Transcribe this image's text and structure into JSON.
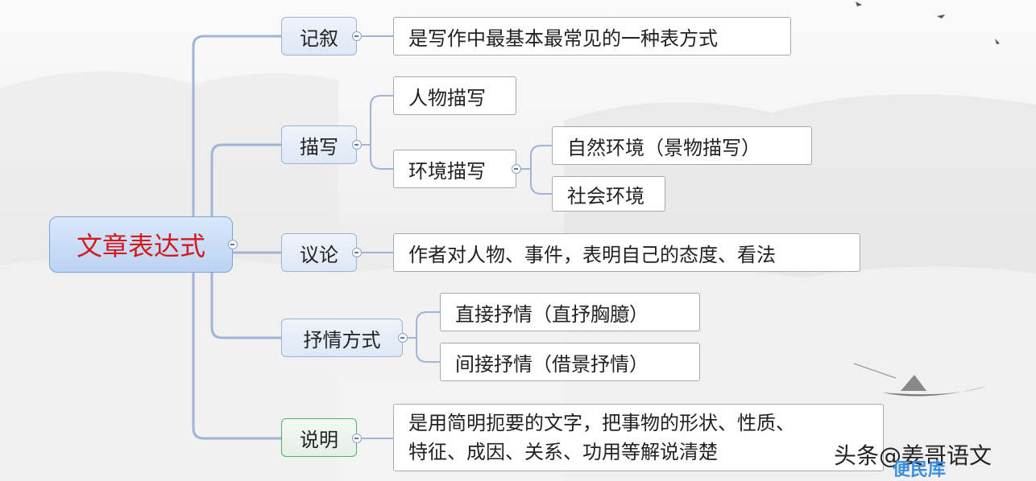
{
  "root": {
    "label": "文章表达式"
  },
  "branches": {
    "jixu": {
      "label": "记叙",
      "desc": "是写作中最基本最常见的一种表方式"
    },
    "miaoxie": {
      "label": "描写",
      "renwu": "人物描写",
      "huanjing": {
        "label": "环境描写",
        "ziran": "自然环境（景物描写）",
        "shehui": "社会环境"
      }
    },
    "yilun": {
      "label": "议论",
      "desc": "作者对人物、事件，表明自己的态度、看法"
    },
    "shuqing": {
      "label": "抒情方式",
      "zhijie": "直接抒情（直抒胸臆）",
      "jianjie": "间接抒情（借景抒情）"
    },
    "shuoming": {
      "label": "说明",
      "desc_line1": "是用简明扼要的文字，把事物的形状、性质、",
      "desc_line2": "特征、成因、关系、功用等解说清楚"
    }
  },
  "watermark": {
    "text": "头条@姜哥语文",
    "badge": "便民库"
  },
  "colors": {
    "root_text": "#d4171b",
    "connector": "#9fb4d6",
    "shuoming_border": "#4cb36b"
  }
}
